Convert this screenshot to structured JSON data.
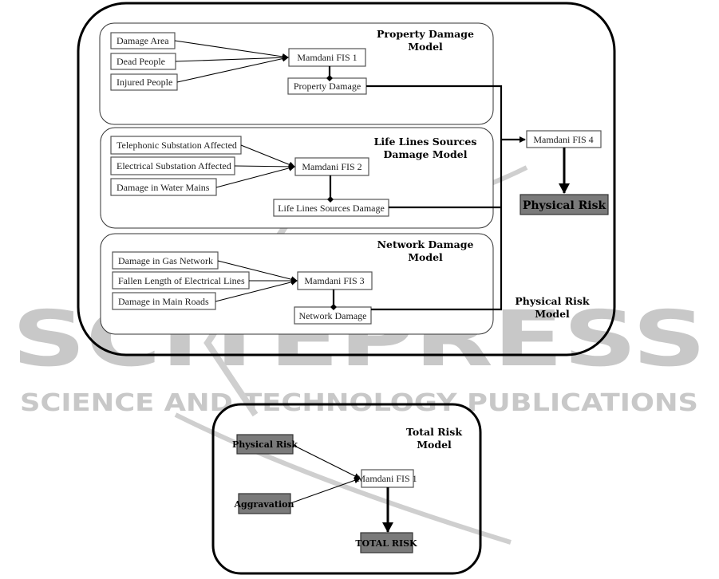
{
  "watermark": {
    "big": "SCITEPRESS",
    "small": "SCIENCE AND TECHNOLOGY PUBLICATIONS"
  },
  "physical_risk_model": {
    "title_line1": "Physical Risk",
    "title_line2": "Model",
    "property_damage_model": {
      "title_line1": "Property Damage",
      "title_line2": "Model",
      "inputs": [
        "Damage Area",
        "Dead People",
        "Injured People"
      ],
      "fis": "Mamdani FIS 1",
      "output": "Property Damage"
    },
    "life_lines_model": {
      "title_line1": "Life Lines Sources",
      "title_line2": "Damage Model",
      "inputs": [
        "Telephonic Substation Affected",
        "Electrical Substation Affected",
        "Damage in Water Mains"
      ],
      "fis": "Mamdani FIS 2",
      "output": "Life Lines Sources Damage"
    },
    "network_damage_model": {
      "title_line1": "Network Damage",
      "title_line2": "Model",
      "inputs": [
        "Damage in Gas Network",
        "Fallen Length of Electrical Lines",
        "Damage in Main Roads"
      ],
      "fis": "Mamdani FIS 3",
      "output": "Network Damage"
    },
    "aggregator_fis": "Mamdani FIS 4",
    "result": "Physical Risk"
  },
  "total_risk_model": {
    "title_line1": "Total Risk",
    "title_line2": "Model",
    "inputs": [
      "Physical Risk",
      "Aggravation"
    ],
    "fis": "Mamdani FIS 1",
    "result": "TOTAL RISK"
  }
}
